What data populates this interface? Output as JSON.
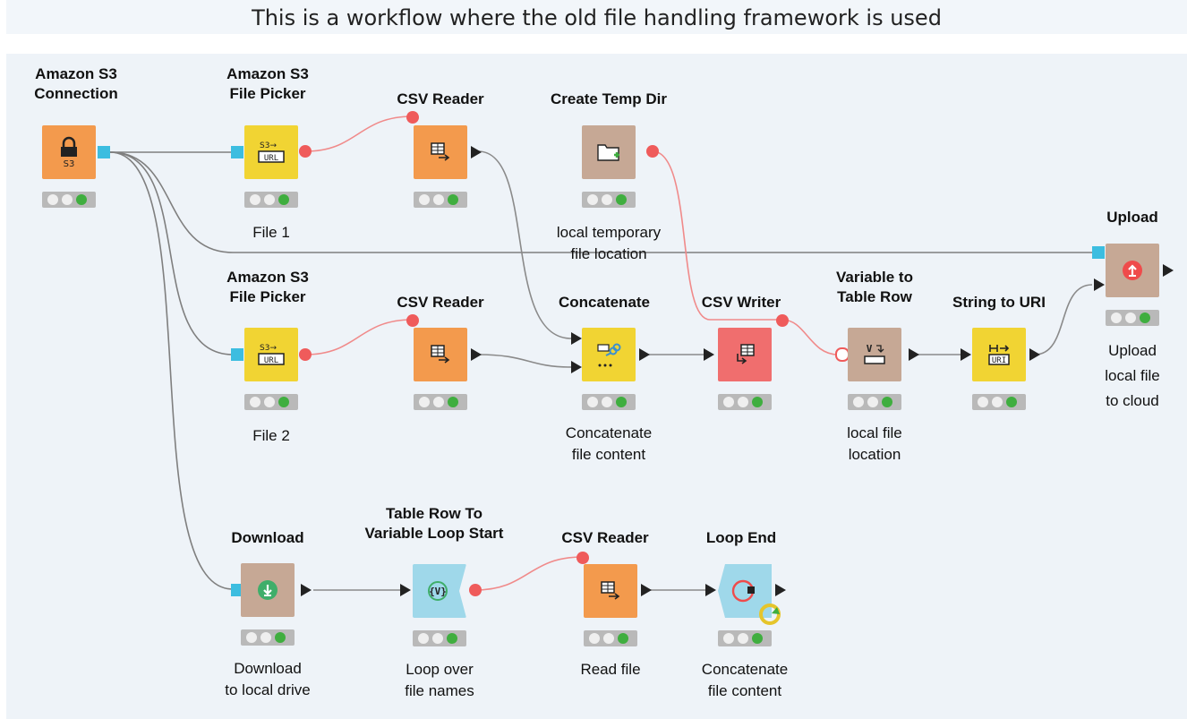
{
  "banner": {
    "text": "This is a workflow where the old file handling framework is used"
  },
  "colors": {
    "source": "#f39a4d",
    "manipulator": "#f1d433",
    "sink": "#f06e6e",
    "utility": "#c6a895",
    "loop": "#9fd8ea",
    "flow_port": "#ef5b5b",
    "connection_port": "#3cbde0",
    "status_green": "#3fae3f"
  },
  "nodes": {
    "s3_connection": {
      "title": "Amazon S3 Connection",
      "title_lines": [
        "Amazon S3",
        "Connection"
      ],
      "caption_lines": [],
      "icon": "lock-icon",
      "icon_text": "S3"
    },
    "file_picker_1": {
      "title_lines": [
        "Amazon S3",
        "File Picker"
      ],
      "caption_lines": [
        "File 1"
      ],
      "icon": "s3-url-icon",
      "icon_text": "S3→ URL"
    },
    "csv_reader_1": {
      "title_lines": [
        "CSV Reader"
      ],
      "caption_lines": [],
      "icon": "table-arrow-icon"
    },
    "create_temp_dir": {
      "title_lines": [
        "Create Temp Dir"
      ],
      "caption_lines": [
        "local temporary",
        "file location"
      ],
      "icon": "folder-plus-icon"
    },
    "upload": {
      "title_lines": [
        "Upload"
      ],
      "caption_lines": [
        "Upload",
        "local file",
        "to cloud"
      ],
      "icon": "upload-icon"
    },
    "file_picker_2": {
      "title_lines": [
        "Amazon S3",
        "File Picker"
      ],
      "caption_lines": [
        "File 2"
      ],
      "icon": "s3-url-icon",
      "icon_text": "S3→ URL"
    },
    "csv_reader_2": {
      "title_lines": [
        "CSV Reader"
      ],
      "caption_lines": [],
      "icon": "table-arrow-icon"
    },
    "concatenate": {
      "title_lines": [
        "Concatenate"
      ],
      "caption_lines": [
        "Concatenate",
        "file content"
      ],
      "icon": "concatenate-icon"
    },
    "csv_writer": {
      "title_lines": [
        "CSV Writer"
      ],
      "caption_lines": [],
      "icon": "table-write-icon"
    },
    "variable_to_table_row": {
      "title_lines": [
        "Variable to",
        "Table Row"
      ],
      "caption_lines": [
        "local file",
        "location"
      ],
      "icon": "variable-icon",
      "icon_text": "V"
    },
    "string_to_uri": {
      "title_lines": [
        "String to URI"
      ],
      "caption_lines": [],
      "icon": "uri-icon",
      "icon_text": "URI"
    },
    "download": {
      "title_lines": [
        "Download"
      ],
      "caption_lines": [
        "Download",
        "to local drive"
      ],
      "icon": "download-icon"
    },
    "loop_start": {
      "title_lines": [
        "Table Row To",
        "Variable Loop Start"
      ],
      "caption_lines": [
        "Loop over",
        "file names"
      ],
      "icon": "loop-start-icon",
      "icon_text": "{V}"
    },
    "csv_reader_3": {
      "title_lines": [
        "CSV Reader"
      ],
      "caption_lines": [
        "Read file"
      ],
      "icon": "table-arrow-icon"
    },
    "loop_end": {
      "title_lines": [
        "Loop End"
      ],
      "caption_lines": [
        "Concatenate",
        "file content"
      ],
      "icon": "loop-end-icon"
    }
  }
}
